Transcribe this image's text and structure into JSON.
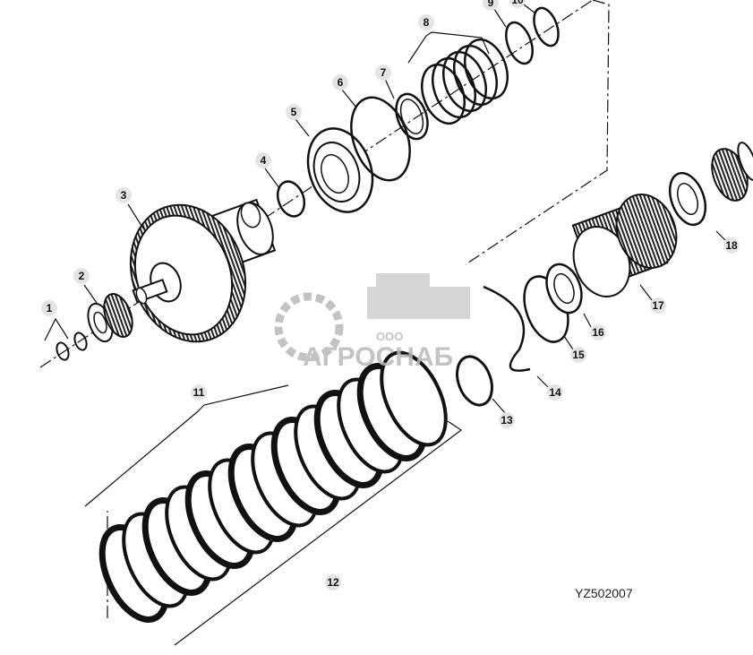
{
  "callouts": [
    {
      "id": "1",
      "label": "1"
    },
    {
      "id": "2",
      "label": "2"
    },
    {
      "id": "3",
      "label": "3"
    },
    {
      "id": "4",
      "label": "4"
    },
    {
      "id": "5",
      "label": "5"
    },
    {
      "id": "6",
      "label": "6"
    },
    {
      "id": "7",
      "label": "7"
    },
    {
      "id": "8",
      "label": "8"
    },
    {
      "id": "9",
      "label": "9"
    },
    {
      "id": "10",
      "label": "10"
    },
    {
      "id": "11",
      "label": "11"
    },
    {
      "id": "12",
      "label": "12"
    },
    {
      "id": "13",
      "label": "13"
    },
    {
      "id": "14",
      "label": "14"
    },
    {
      "id": "15",
      "label": "15"
    },
    {
      "id": "16",
      "label": "16"
    },
    {
      "id": "17",
      "label": "17"
    },
    {
      "id": "18",
      "label": "18"
    }
  ],
  "reference_code": "YZ502007",
  "watermark": {
    "company_form": "ООО",
    "company_name": "АГРОСНАБ"
  },
  "colors": {
    "line": "#111111",
    "watermark": "#b9b9b9",
    "background": "#ffffff"
  }
}
